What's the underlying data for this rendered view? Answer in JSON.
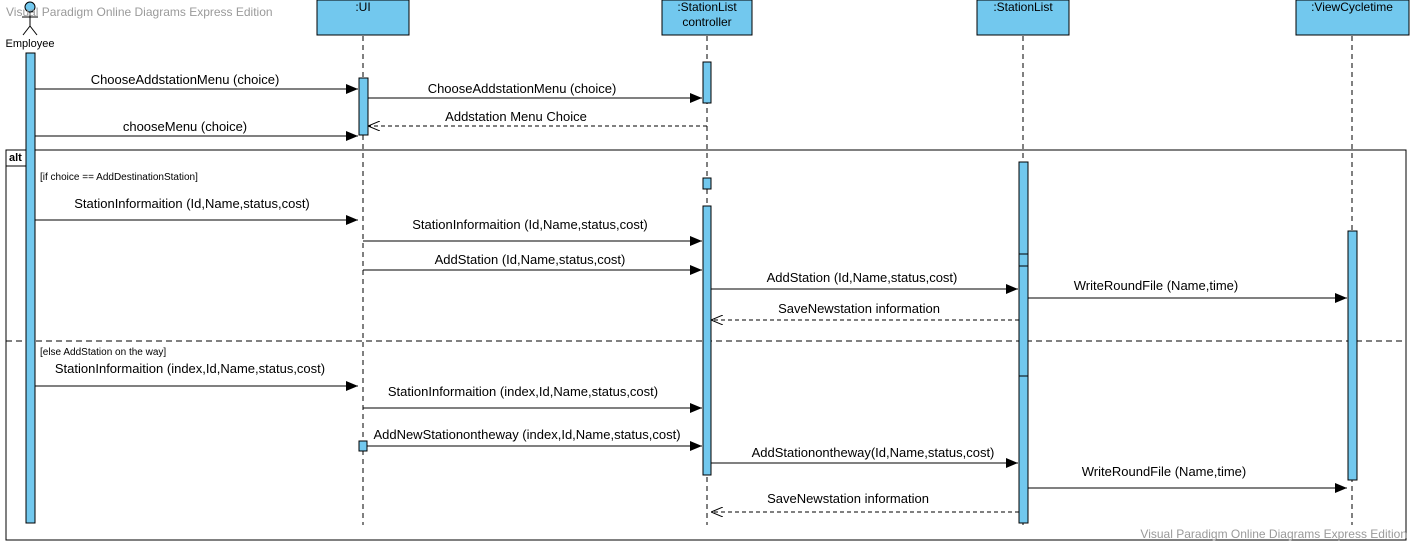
{
  "watermark": {
    "top": "Visual Paradigm Online Diagrams Express Edition",
    "bottom": "Visual Paradigm Online Diagrams Express Edition"
  },
  "colors": {
    "lifeline_fill": "#72c8ee",
    "stroke": "#000000",
    "guard_text": "#000000",
    "watermark": "#9a9a9a"
  },
  "actor": {
    "label": "Employee",
    "icon": "stick-figure-icon"
  },
  "lifelines": [
    {
      "key": "ui",
      "lines": [
        ":UI"
      ]
    },
    {
      "key": "controller",
      "lines": [
        ":StationList",
        "controller"
      ]
    },
    {
      "key": "stationlist",
      "lines": [
        ":StationList"
      ]
    },
    {
      "key": "viewcycletime",
      "lines": [
        ":ViewCycletime"
      ]
    }
  ],
  "fragment": {
    "operator": "alt",
    "guards": [
      "[if choice == AddDestinationStation]",
      "[else AddStation on the way]"
    ]
  },
  "messages": [
    {
      "from": "employee",
      "to": "ui",
      "label": "ChooseAddstationMenu (choice)",
      "type": "sync"
    },
    {
      "from": "ui",
      "to": "controller",
      "label": "ChooseAddstationMenu (choice)",
      "type": "sync"
    },
    {
      "from": "controller",
      "to": "ui",
      "label": "Addstation Menu Choice",
      "type": "reply"
    },
    {
      "from": "employee",
      "to": "ui",
      "label": "chooseMenu (choice)",
      "type": "sync"
    },
    {
      "from": "employee",
      "to": "ui",
      "label": "StationInformaition (Id,Name,status,cost)",
      "type": "sync"
    },
    {
      "from": "ui",
      "to": "controller",
      "label": "StationInformaition (Id,Name,status,cost)",
      "type": "sync"
    },
    {
      "from": "ui",
      "to": "controller",
      "label": "AddStation (Id,Name,status,cost)",
      "type": "sync"
    },
    {
      "from": "controller",
      "to": "stationlist",
      "label": "AddStation (Id,Name,status,cost)",
      "type": "sync"
    },
    {
      "from": "stationlist",
      "to": "viewcycletime",
      "label": "WriteRoundFile (Name,time)",
      "type": "sync"
    },
    {
      "from": "stationlist",
      "to": "controller",
      "label": "SaveNewstation information",
      "type": "reply"
    },
    {
      "from": "employee",
      "to": "ui",
      "label": "StationInformaition (index,Id,Name,status,cost)",
      "type": "sync"
    },
    {
      "from": "ui",
      "to": "controller",
      "label": "StationInformaition (index,Id,Name,status,cost)",
      "type": "sync"
    },
    {
      "from": "ui",
      "to": "controller",
      "label": "AddNewStationontheway (index,Id,Name,status,cost)",
      "type": "sync"
    },
    {
      "from": "controller",
      "to": "stationlist",
      "label": "AddStationontheway(Id,Name,status,cost)",
      "type": "sync"
    },
    {
      "from": "stationlist",
      "to": "viewcycletime",
      "label": "WriteRoundFile (Name,time)",
      "type": "sync"
    },
    {
      "from": "stationlist",
      "to": "controller",
      "label": "SaveNewstation information",
      "type": "reply"
    }
  ]
}
